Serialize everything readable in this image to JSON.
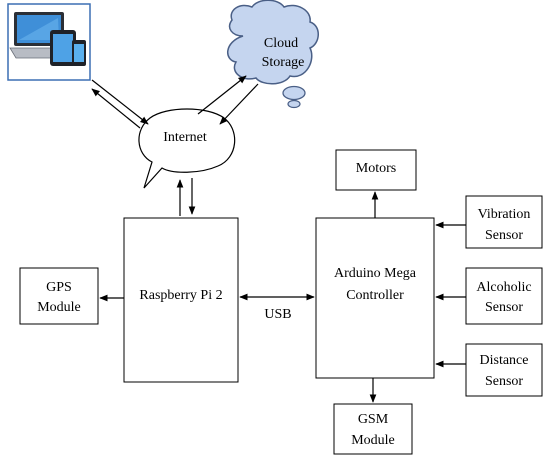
{
  "nodes": {
    "cloud": {
      "line1": "Cloud",
      "line2": "Storage"
    },
    "internet": "Internet",
    "motors": "Motors",
    "vibration": {
      "line1": "Vibration",
      "line2": "Sensor"
    },
    "gps": {
      "line1": "GPS",
      "line2": "Module"
    },
    "raspberry": "Raspberry Pi 2",
    "arduino": {
      "line1": "Arduino Mega",
      "line2": "Controller"
    },
    "alcoholic": {
      "line1": "Alcoholic",
      "line2": "Sensor"
    },
    "distance": {
      "line1": "Distance",
      "line2": "Sensor"
    },
    "gsm": {
      "line1": "GSM",
      "line2": "Module"
    },
    "usb": "USB"
  },
  "icons": {
    "devices": "laptop-tablet-phone-icon"
  },
  "colors": {
    "cloud_fill": "#c5d5ef",
    "cloud_stroke": "#4a5f86",
    "device_frame": "#3c6fb4"
  }
}
